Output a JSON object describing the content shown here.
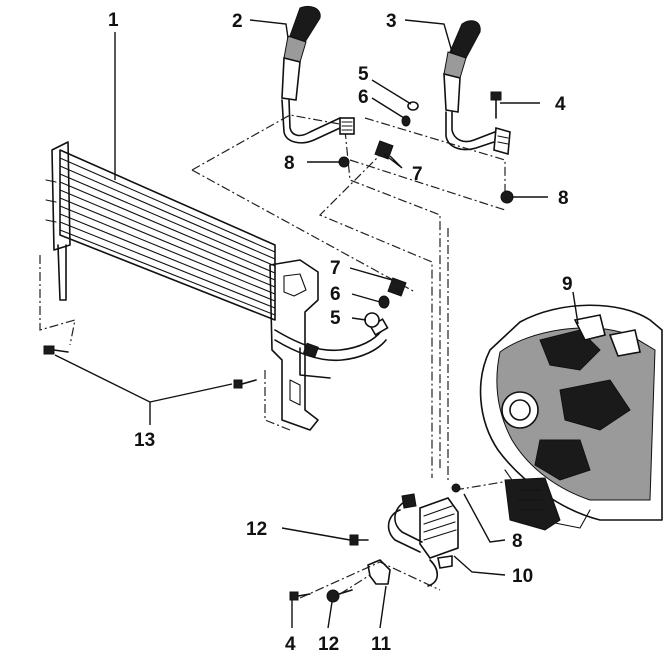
{
  "callouts": {
    "c1": "1",
    "c2": "2",
    "c3": "3",
    "c4_top": "4",
    "c5_top": "5",
    "c6_top": "6",
    "c7_top": "7",
    "c8_left": "8",
    "c8_right": "8",
    "c7_mid": "7",
    "c6_mid": "6",
    "c5_mid": "5",
    "c9": "9",
    "c13": "13",
    "c12_top": "12",
    "c8_low": "8",
    "c10": "10",
    "c4_bottom": "4",
    "c12_bottom": "12",
    "c11": "11"
  }
}
